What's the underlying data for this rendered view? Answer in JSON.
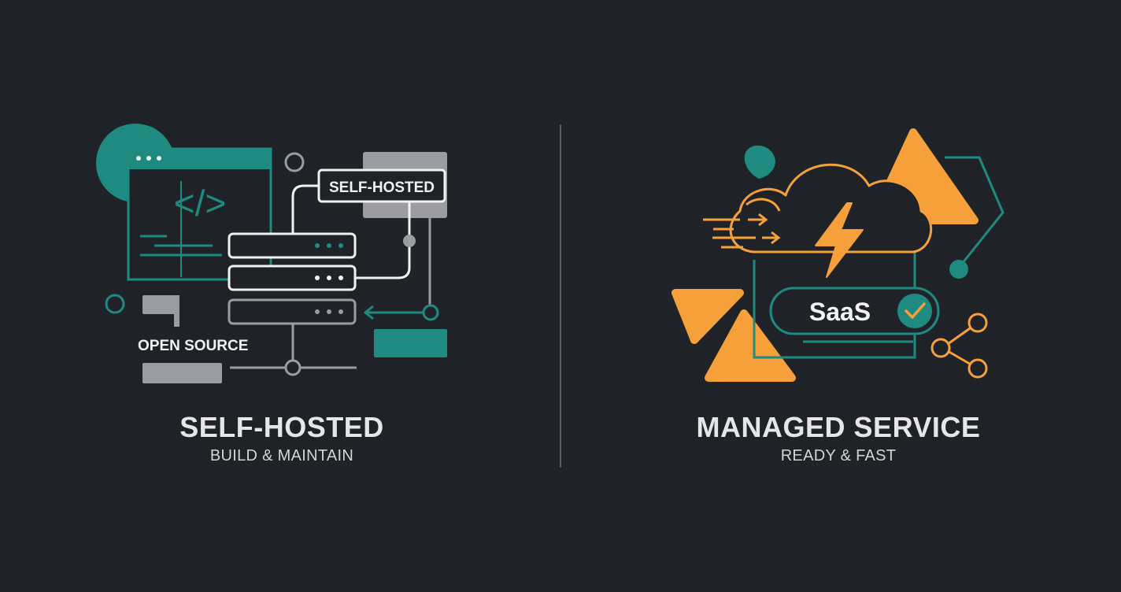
{
  "colors": {
    "background": "#1f2328",
    "teal": "#1f8a80",
    "orange": "#f5a03a",
    "gray": "#9a9ca1",
    "white": "#f2f2f2"
  },
  "left": {
    "title": "SELF-HOSTED",
    "subtitle": "BUILD & MAINTAIN",
    "tag_label": "SELF-HOSTED",
    "open_source_label": "OPEN SOURCE",
    "code_glyph": "</>"
  },
  "right": {
    "title": "MANAGED SERVICE",
    "subtitle": "READY & FAST",
    "badge_label": "SaaS"
  },
  "icons": {
    "code-window": "code-window-icon",
    "server-stack": "server-stack-icon",
    "cloud": "cloud-icon",
    "lightning": "lightning-icon",
    "check": "check-icon",
    "share": "share-icon"
  }
}
